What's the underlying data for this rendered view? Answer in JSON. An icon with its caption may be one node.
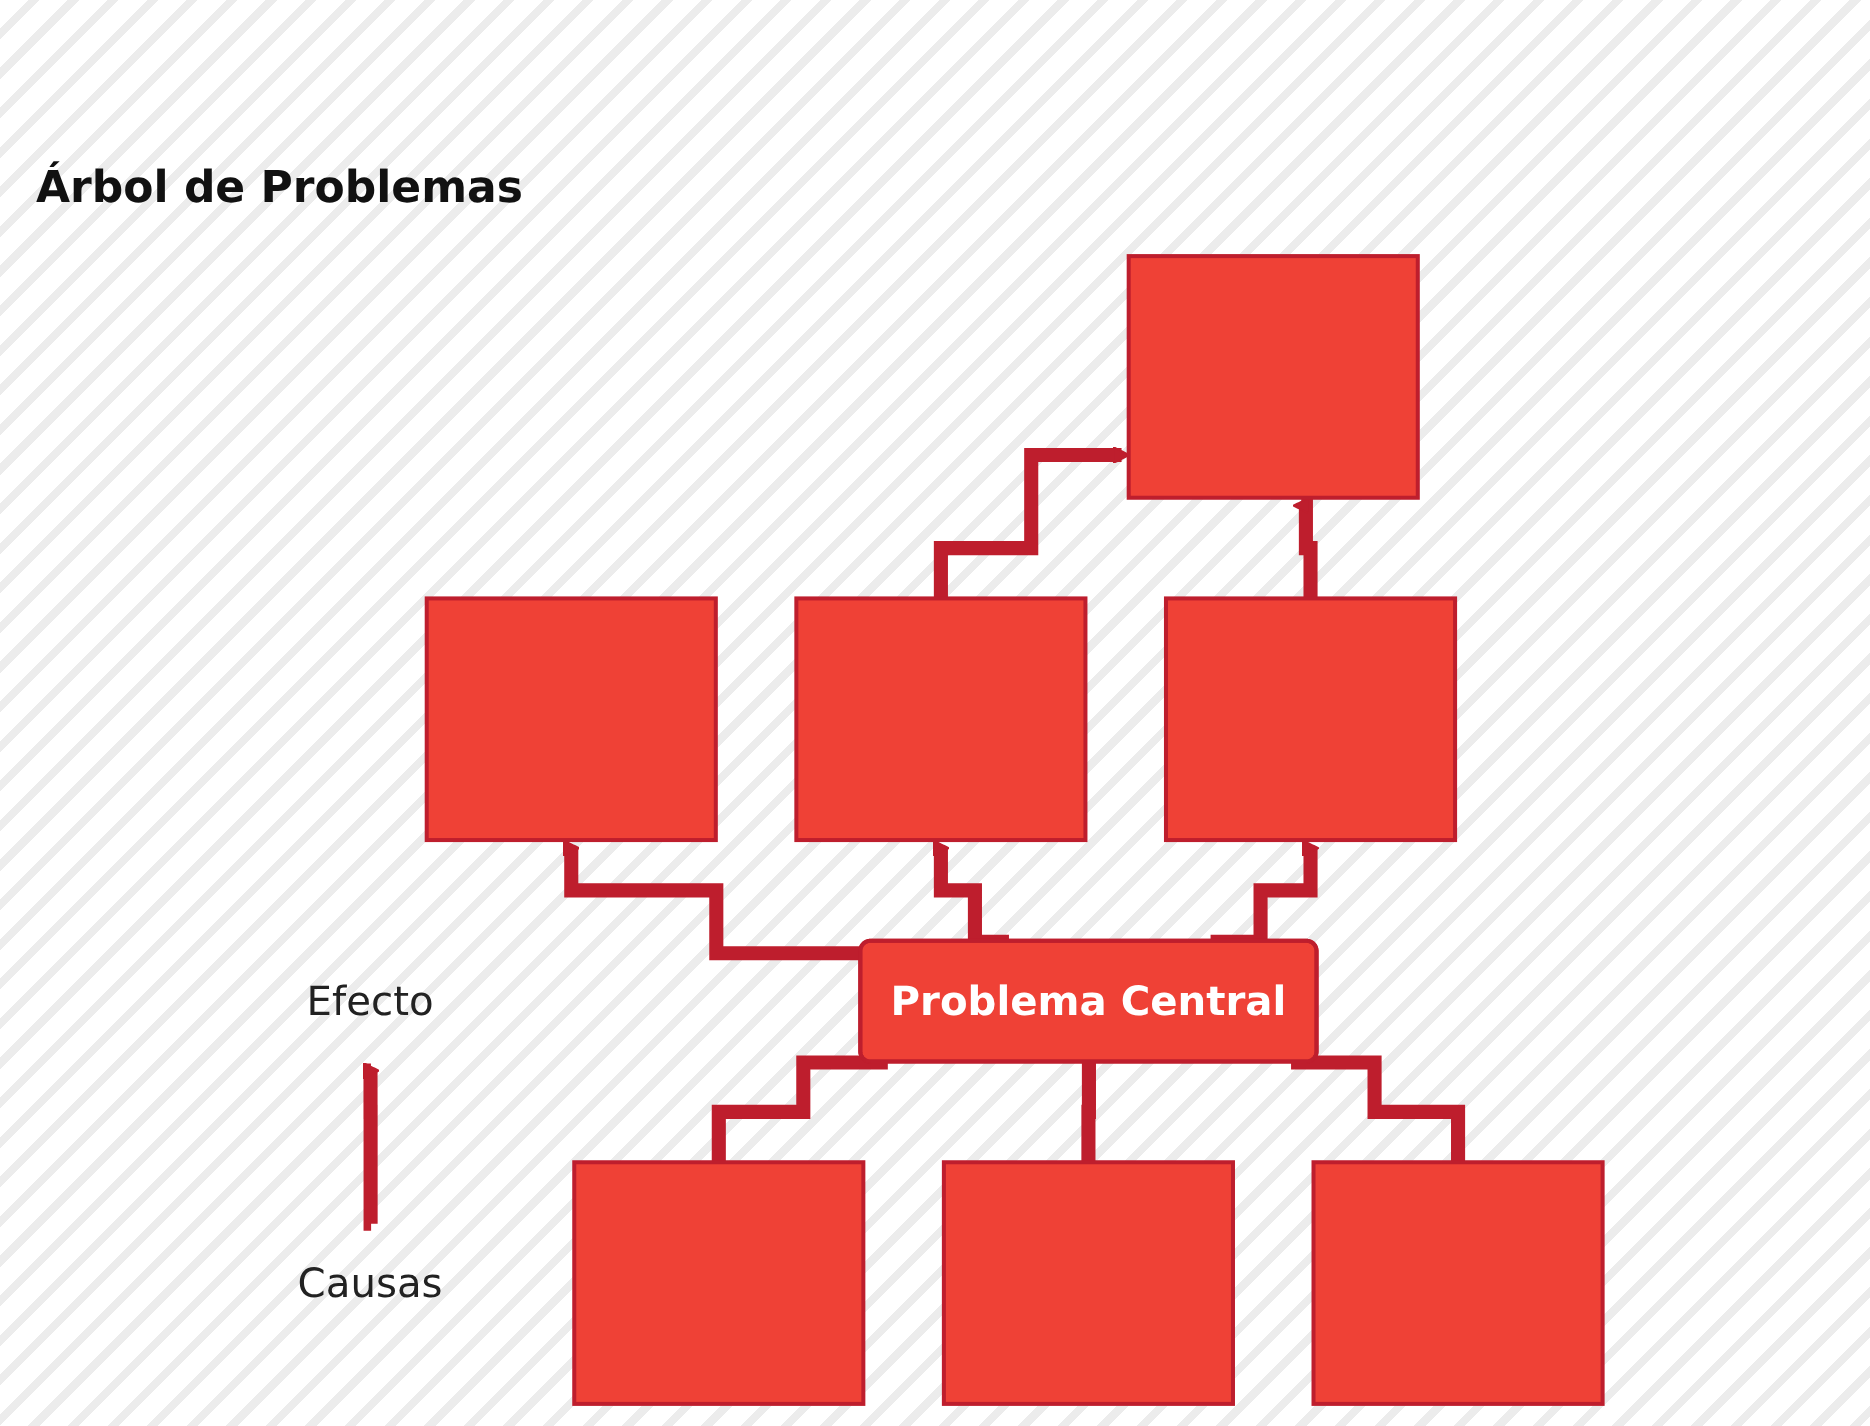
{
  "diagram": {
    "title": "Árbol de Problemas",
    "nodes": [
      {
        "text": [],
        "shape": "box"
      },
      {
        "text": [],
        "shape": "box"
      },
      {
        "text": [],
        "shape": "box"
      },
      {
        "text": [],
        "shape": "box"
      },
      {
        "text": [
          "Efecto"
        ]
      },
      {
        "text": [
          "Problema Central"
        ]
      },
      {
        "text": [
          "Causas"
        ]
      },
      {
        "text": [],
        "shape": "box"
      },
      {
        "text": [],
        "shape": "box"
      },
      {
        "text": [],
        "shape": "box"
      }
    ],
    "edges": [
      {
        "from": 2,
        "to": 0,
        "arrow": "to"
      },
      {
        "from": 3,
        "to": 0,
        "arrow": "to"
      },
      {
        "from": 5,
        "to": 1,
        "arrow": "to"
      },
      {
        "from": 5,
        "to": 2,
        "arrow": "to"
      },
      {
        "from": 5,
        "to": 3,
        "arrow": "to"
      },
      {
        "from": 6,
        "to": 4,
        "arrow": "to"
      },
      {
        "from": 7,
        "to": 5,
        "arrow": "none"
      },
      {
        "from": 8,
        "to": 5,
        "arrow": "none"
      },
      {
        "from": 9,
        "to": 5,
        "arrow": "none"
      }
    ]
  }
}
